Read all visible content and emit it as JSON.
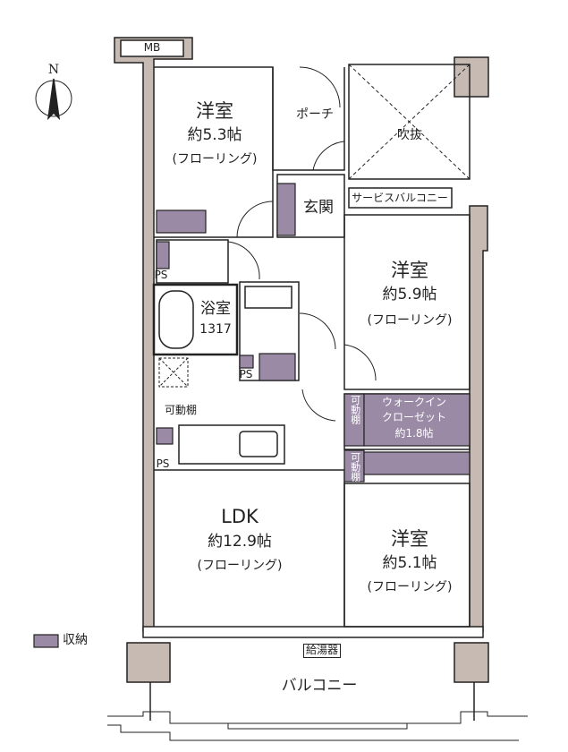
{
  "compass": {
    "label": "N"
  },
  "rooms": {
    "western1": {
      "name": "洋室",
      "size": "約5.3帖",
      "floor": "(フローリング)"
    },
    "western2": {
      "name": "洋室",
      "size": "約5.9帖",
      "floor": "(フローリング)"
    },
    "western3": {
      "name": "洋室",
      "size": "約5.1帖",
      "floor": "(フローリング)"
    },
    "ldk": {
      "name": "LDK",
      "size": "約12.9帖",
      "floor": "(フローリング)"
    },
    "porch": "ポーチ",
    "void": "吹抜",
    "entrance": "玄関",
    "service_balcony": "サービスバルコニー",
    "bath": {
      "name": "浴室",
      "size": "1317"
    },
    "wic": {
      "line1": "ウォークイン",
      "line2": "クローゼット",
      "size": "約1.8帖"
    },
    "balcony": "バルコニー"
  },
  "labels": {
    "mb": "MB",
    "ps1": "PS",
    "ps2": "PS",
    "ps3": "PS",
    "movable_shelf": "可動棚",
    "movable_shelf_v1": "可動棚",
    "movable_shelf_v2": "可動棚",
    "water_heater": "給湯器"
  },
  "legend": {
    "storage": "収納"
  },
  "colors": {
    "wall": "#c6bab2",
    "storage": "#9a8aa6",
    "line": "#222222"
  }
}
